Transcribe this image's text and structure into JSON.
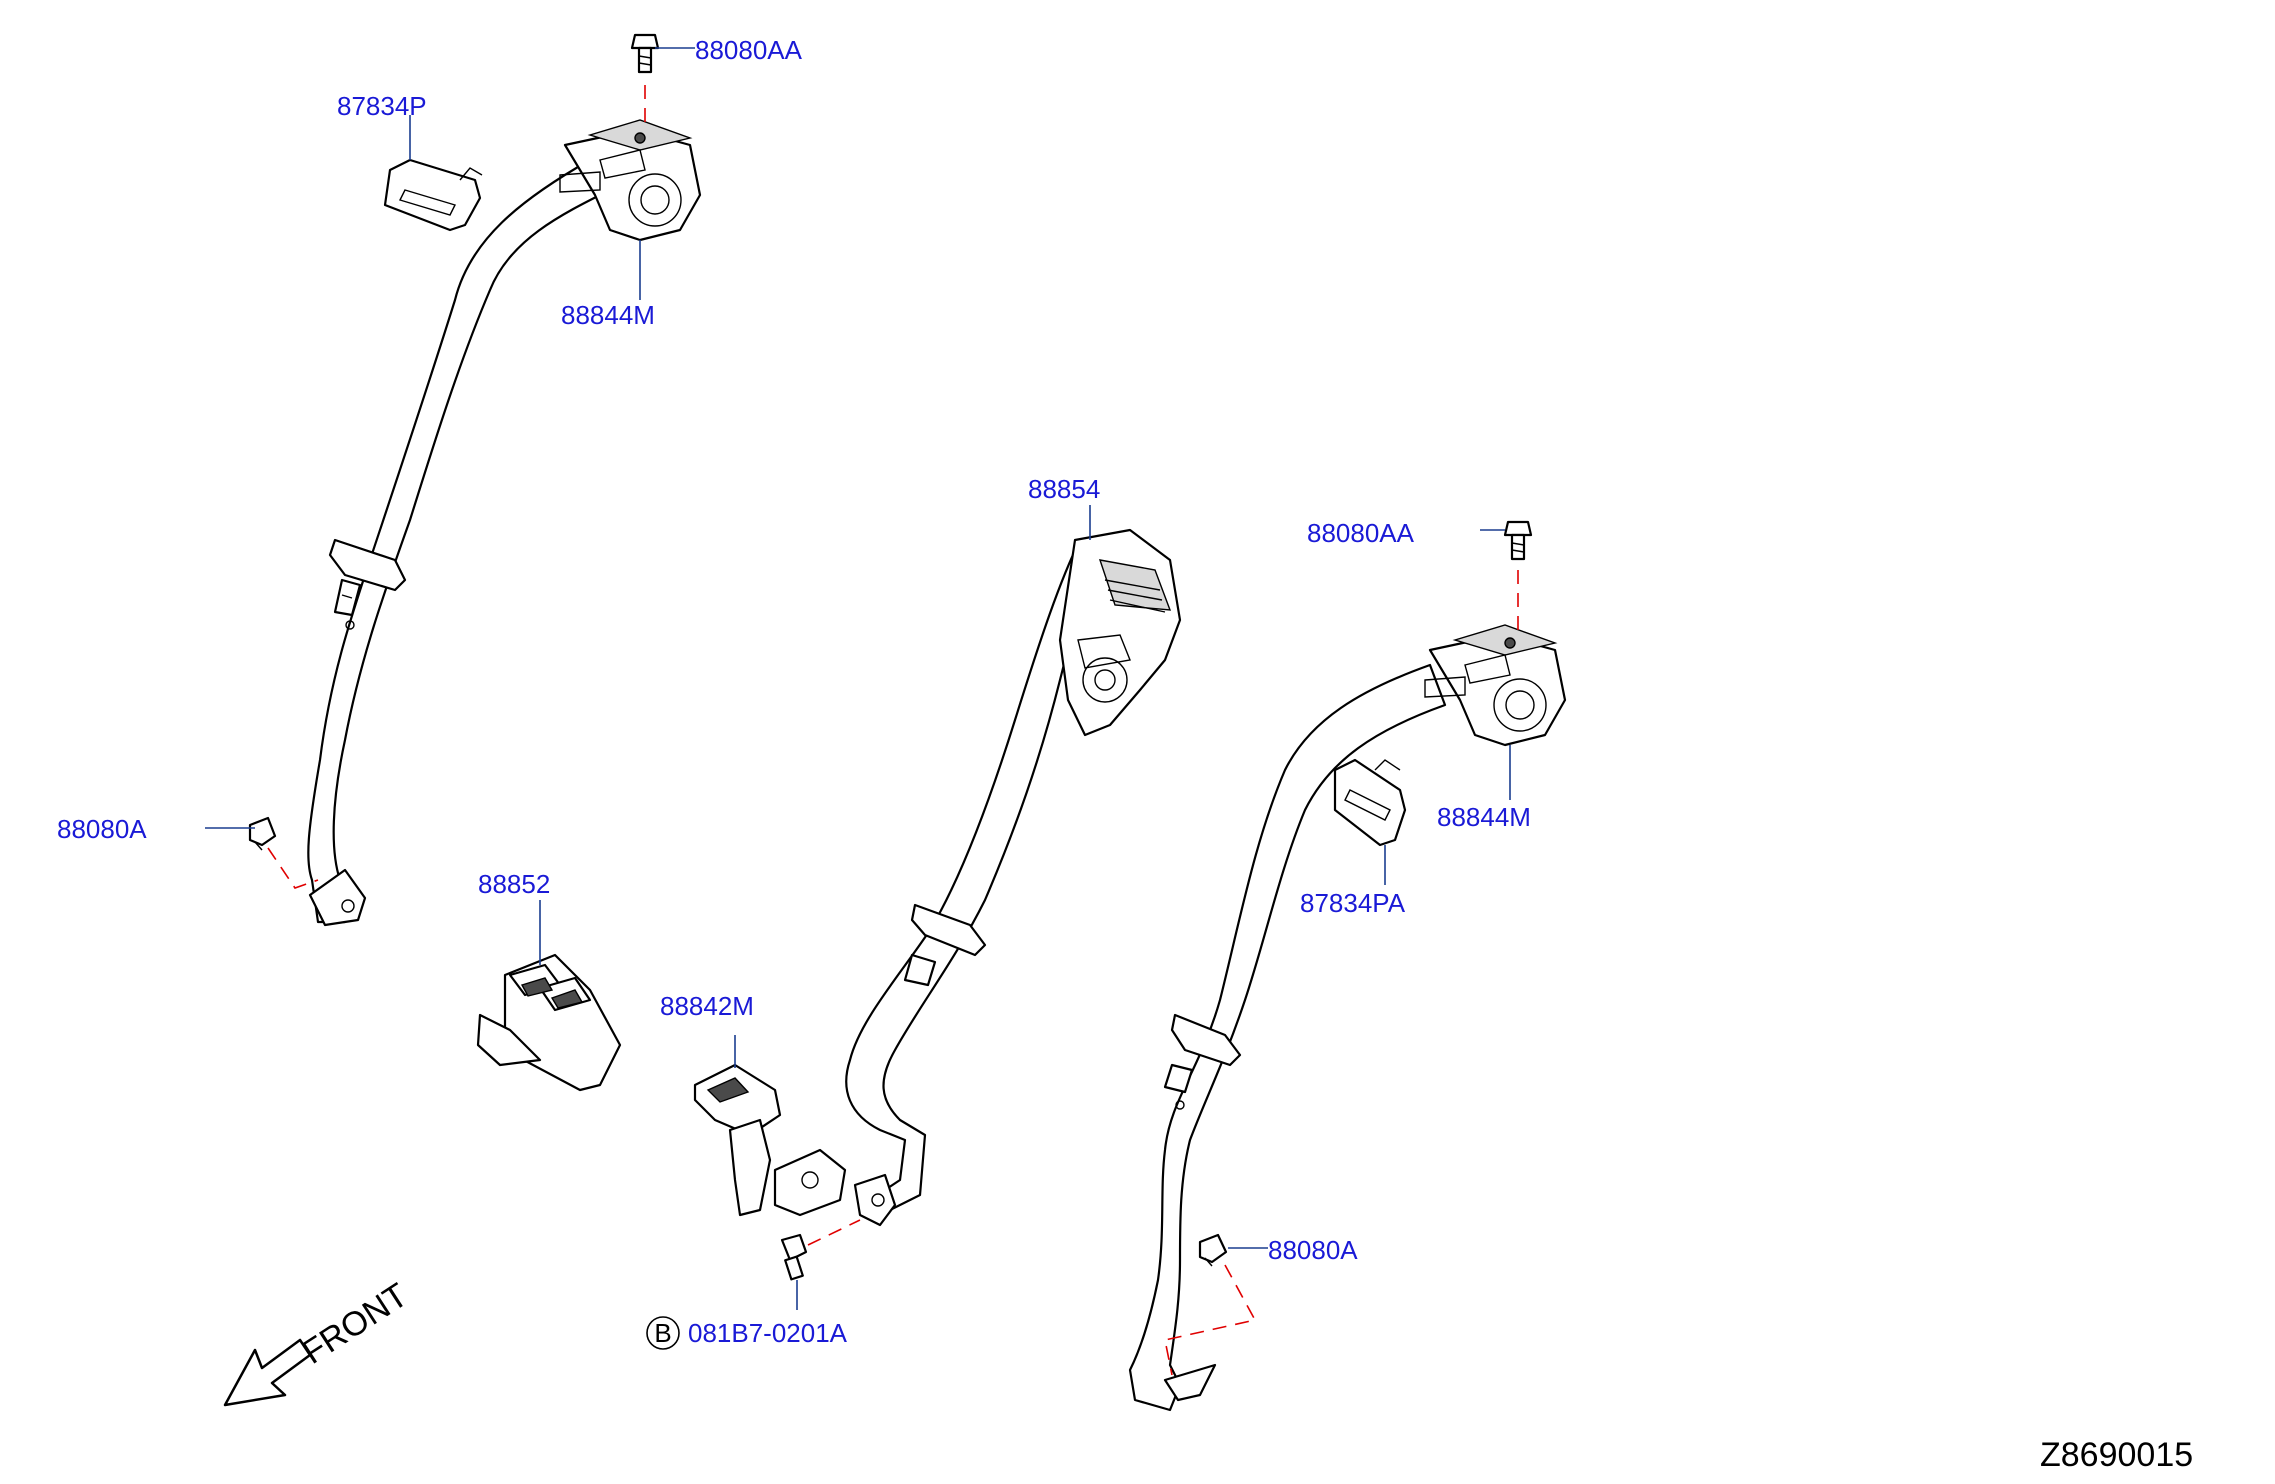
{
  "labels": {
    "l_88080AA_top": "88080AA",
    "l_87834P": "87834P",
    "l_88844M_left": "88844M",
    "l_88080A_left": "88080A",
    "l_88852": "88852",
    "l_88842M": "88842M",
    "l_88854": "88854",
    "l_88080AA_right": "88080AA",
    "l_88844M_right": "88844M",
    "l_87834PA": "87834PA",
    "l_88080A_right": "88080A",
    "l_callout_b": "B",
    "l_081B7": "081B7-0201A"
  },
  "front_label": "FRONT",
  "diagram_id": "Z8690015",
  "colors": {
    "label": "#1a1ad6",
    "leader": "#1a3d8f",
    "dash": "#e00000",
    "ink": "#000000"
  }
}
